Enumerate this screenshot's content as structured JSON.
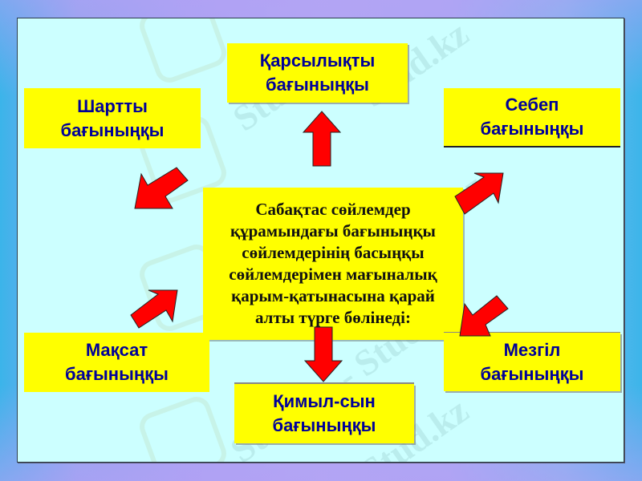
{
  "diagram": {
    "center": {
      "lines": [
        "Сабақтас сөйлемдер",
        "құрамындағы бағыныңқы",
        "сөйлемдерінің басыңқы",
        "сөйлемдерімен мағыналық",
        "қарым-қатынасына қарай",
        "алты түрге бөлінеді:"
      ]
    },
    "nodes": {
      "top": {
        "line1": "Қарсылықты",
        "line2": "бағыныңқы"
      },
      "top_left": {
        "line1": "Шартты",
        "line2": "бағыныңқы"
      },
      "top_right": {
        "line1": "Себеп",
        "line2": "бағыныңқы"
      },
      "bottom_left": {
        "line1": "Мақсат",
        "line2": "бағыныңқы"
      },
      "bottom_right": {
        "line1": "Мезгіл",
        "line2": "бағыныңқы"
      },
      "bottom": {
        "line1": "Қимыл-сын",
        "line2": "бағыныңқы"
      }
    },
    "watermark": "Stud.kz",
    "watermark_alt": "Stud.kz - Stud.kz",
    "colors": {
      "box_fill": "#ffff00",
      "node_text": "#000099",
      "center_text": "#111111",
      "arrow_fill": "#ff0000",
      "panel_bg": "#ccffff"
    }
  }
}
